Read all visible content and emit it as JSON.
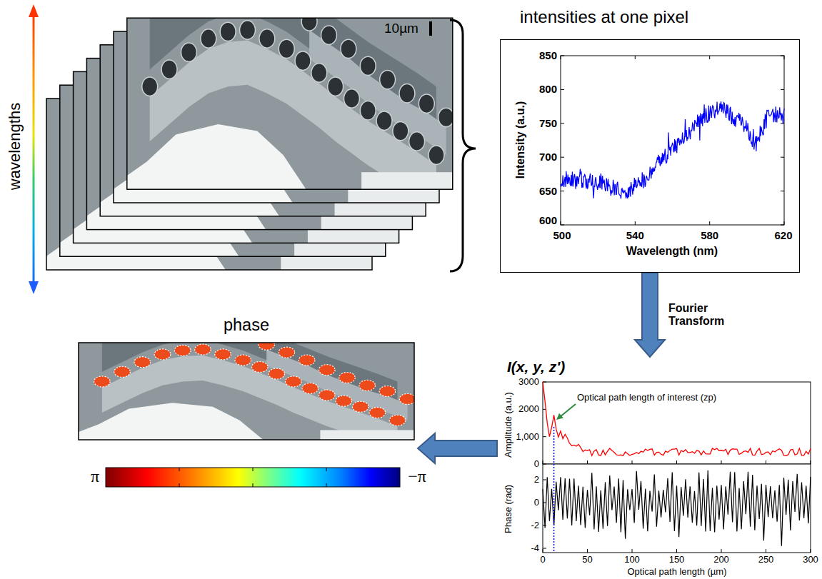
{
  "diagram": {
    "nodes": [
      {
        "text": [
          "intensities at one pixel"
        ]
      },
      {
        "text": [
          "I(x, y, z')"
        ]
      },
      {
        "text": [
          "phase"
        ]
      }
    ],
    "edges": [
      {
        "from": 0,
        "to": 1,
        "arrow": "to",
        "label": "Fourier Transform"
      },
      {
        "from": 1,
        "to": 2,
        "arrow": "to"
      }
    ],
    "labels": [
      "wavelengths",
      "10µm",
      "Intensity (a.u.)",
      "850",
      "800",
      "750",
      "700",
      "650",
      "600",
      "500",
      "540",
      "580",
      "620",
      "Wavelength (nm)",
      "Optical path length of interest (zp)",
      "Amplitude (a.u.)",
      "3000",
      "2000",
      "1,000",
      "0",
      "Phase (rad)",
      "2",
      "0",
      "-2",
      "-4",
      "0",
      "50",
      "100",
      "150",
      "200",
      "250",
      "300",
      "Optical path length (µm)",
      "π",
      "−π"
    ]
  }
}
